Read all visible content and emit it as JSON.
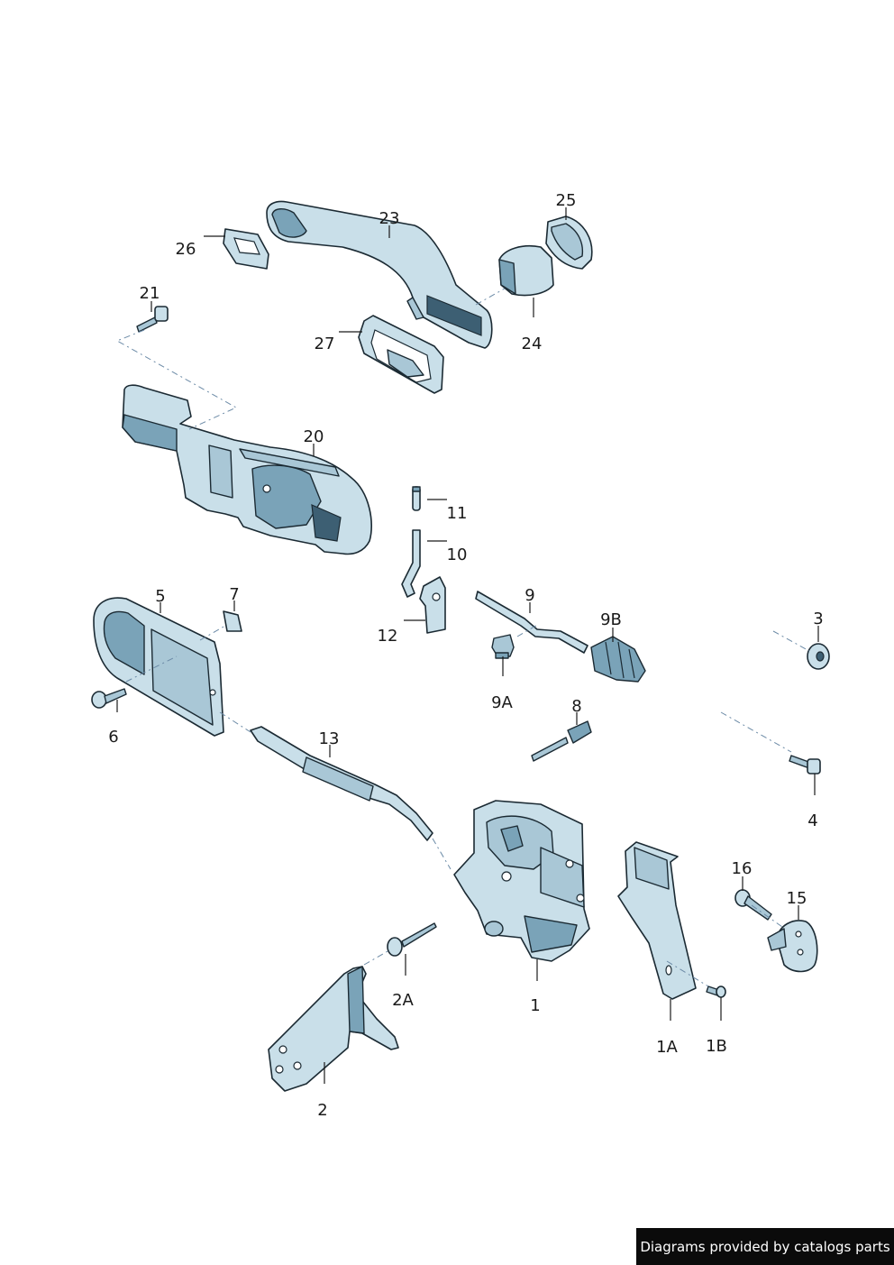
{
  "credit": "Diagrams provided by catalogs parts",
  "callouts": {
    "c1": "1",
    "c1A": "1A",
    "c1B": "1B",
    "c2": "2",
    "c2A": "2A",
    "c3": "3",
    "c4": "4",
    "c5": "5",
    "c6": "6",
    "c7": "7",
    "c8": "8",
    "c9": "9",
    "c9A": "9A",
    "c9B": "9B",
    "c10": "10",
    "c11": "11",
    "c12": "12",
    "c13": "13",
    "c15": "15",
    "c16": "16",
    "c20": "20",
    "c21": "21",
    "c23": "23",
    "c24": "24",
    "c25": "25",
    "c26": "26",
    "c27": "27"
  },
  "colors": {
    "part_fill": "#c9dfe9",
    "part_dark": "#7aa3b8",
    "outline": "#1b2a33",
    "leader_dash": "#6b8aa6"
  }
}
